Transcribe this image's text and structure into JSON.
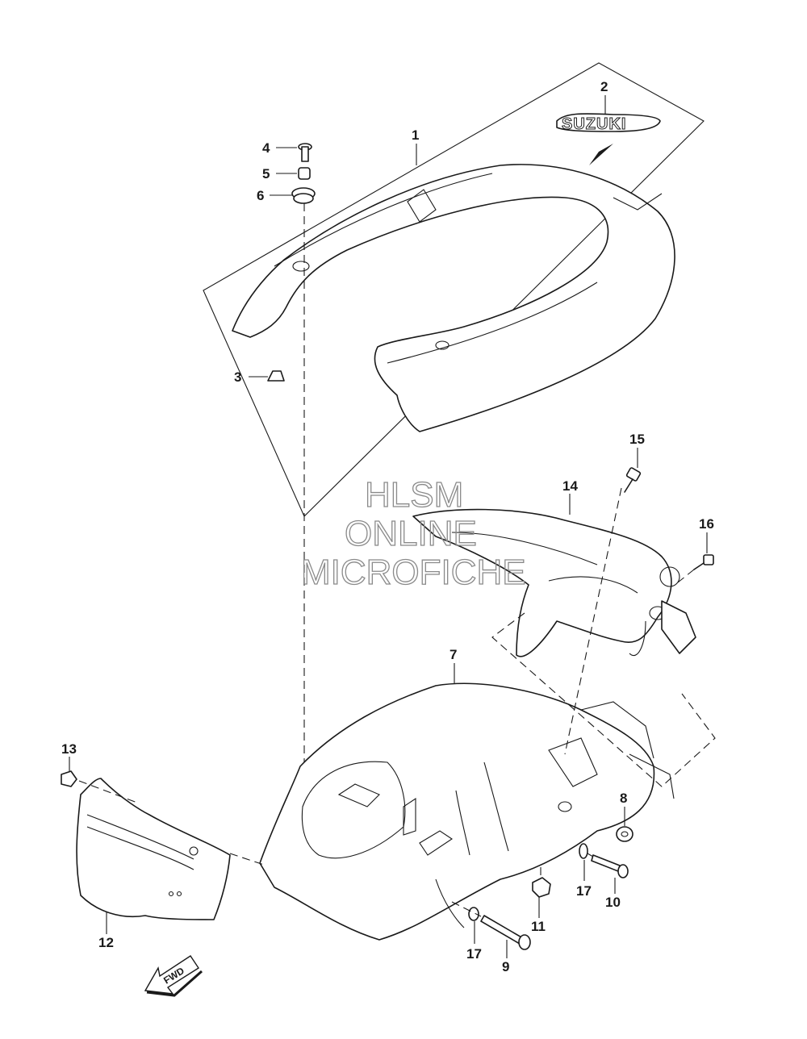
{
  "callouts": [
    "1",
    "2",
    "3",
    "4",
    "5",
    "6",
    "7",
    "8",
    "9",
    "10",
    "11",
    "12",
    "13",
    "14",
    "15",
    "16",
    "17",
    "17"
  ],
  "brand_label": "SUZUKI",
  "watermark": {
    "line1": "HLSM",
    "line2": "ONLINE",
    "line3": "MICROFICHE"
  },
  "direction_label": "FWD"
}
